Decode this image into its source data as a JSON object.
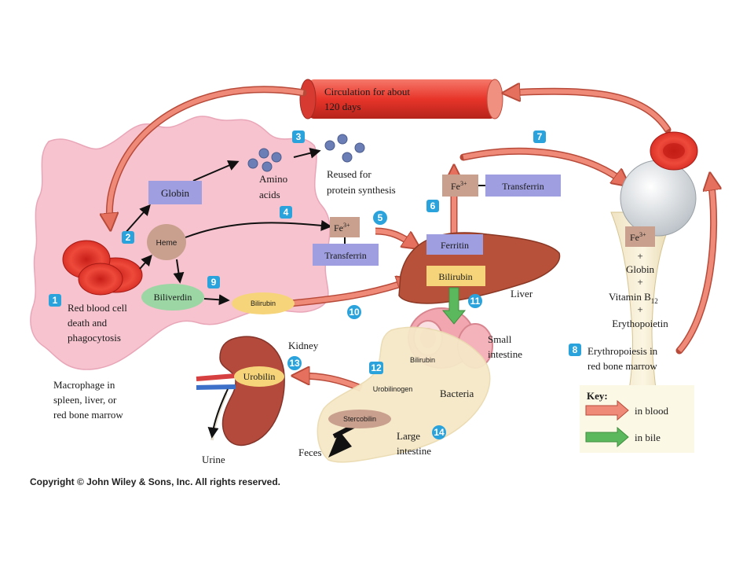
{
  "circulation": {
    "line1": "Circulation for about",
    "line2": "120 days"
  },
  "macrophage": {
    "rbc_label": [
      "Red blood cell",
      "death and",
      "phagocytosis"
    ],
    "cell_label": [
      "Macrophage in",
      "spleen, liver, or",
      "red bone marrow"
    ]
  },
  "boxes": {
    "globin": "Globin",
    "heme": "Heme",
    "biliverdin": "Biliverdin",
    "bilirubin_blood": "Bilirubin",
    "fe_transferrin_fe": "Fe",
    "fe_superscript": "3+",
    "transferrin_mid": "Transferrin",
    "fe_top": "Fe",
    "transferrin_top": "Transferrin",
    "ferritin": "Ferritin",
    "bilirubin_liver": "Bilirubin",
    "bilirubin_intestine": "Bilirubin",
    "urobilinogen": "Urobilinogen",
    "stercobilin": "Stercobilin",
    "urobilin": "Urobilin"
  },
  "amino_acids": [
    "Amino",
    "acids"
  ],
  "reused": [
    "Reused for",
    "protein synthesis"
  ],
  "organs": {
    "liver": "Liver",
    "small_intestine": [
      "Small",
      "intestine"
    ],
    "bacteria": "Bacteria",
    "large_intestine": [
      "Large",
      "intestine"
    ],
    "kidney": "Kidney",
    "urine": "Urine",
    "feces": "Feces"
  },
  "marrow": {
    "fe": "Fe",
    "plus": "+",
    "globin": "Globin",
    "vitamin": "Vitamin B",
    "vitamin_sub": "12",
    "epo": "Erythopoietin",
    "erythropoiesis": [
      "Erythropoiesis in",
      "red bone marrow"
    ]
  },
  "steps": [
    "1",
    "2",
    "3",
    "4",
    "5",
    "6",
    "7",
    "8",
    "9",
    "10",
    "11",
    "12",
    "13",
    "14"
  ],
  "key": {
    "title": "Key:",
    "blood": "in blood",
    "bile": "in bile"
  },
  "copyright": "Copyright © John Wiley & Sons, Inc. All rights reserved.",
  "colors": {
    "macrophage": "#f6c3cf",
    "blood_arrow": "#ef8a78",
    "bile_arrow": "#5cb85c",
    "box_blue": "#9e9ee0",
    "box_tan": "#c9a08e",
    "box_green": "#9bd6a4",
    "box_yellow": "#f6d57a",
    "step_blue": "#2aa3dc",
    "rbc": "#e83a2e",
    "liver": "#b8513a"
  }
}
